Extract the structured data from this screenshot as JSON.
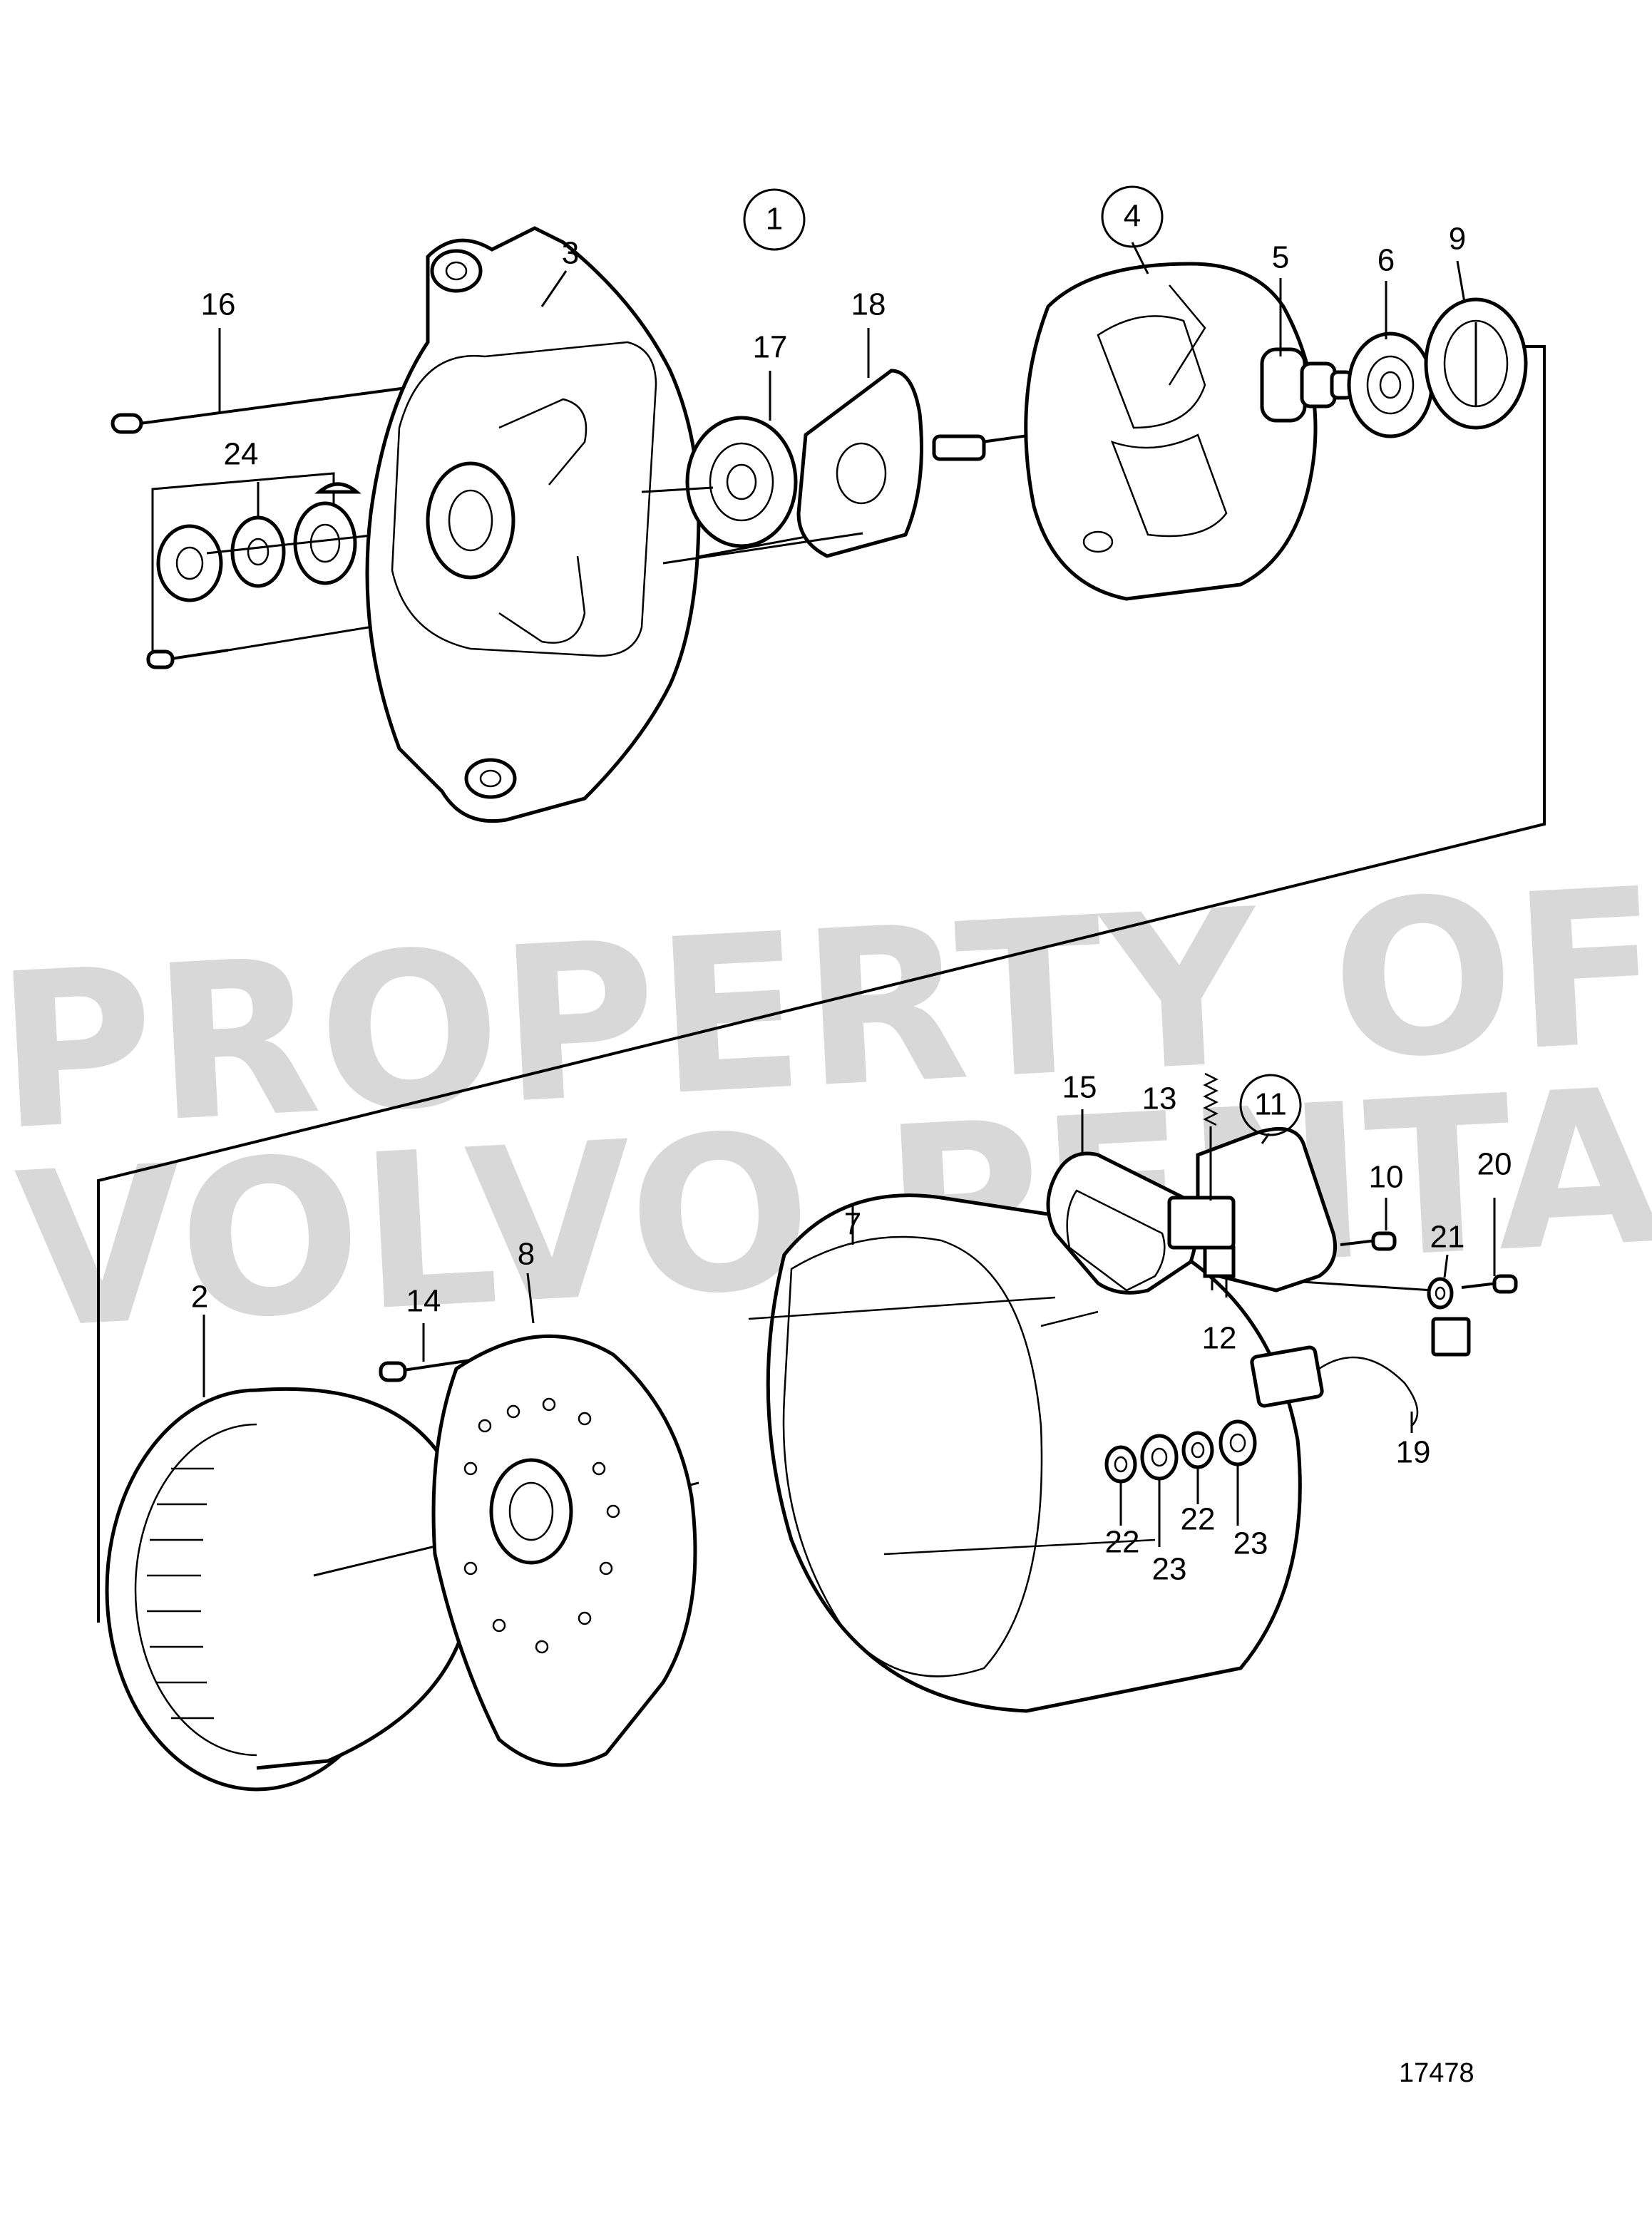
{
  "diagram": {
    "watermark": {
      "line1": "PROPERTY OF",
      "line2": "VOLVO PENTA"
    },
    "reference_number": "17478",
    "callouts": [
      {
        "id": "1",
        "label": "1",
        "circled": true
      },
      {
        "id": "2",
        "label": "2"
      },
      {
        "id": "3",
        "label": "3"
      },
      {
        "id": "4",
        "label": "4",
        "circled": true
      },
      {
        "id": "5",
        "label": "5"
      },
      {
        "id": "6",
        "label": "6"
      },
      {
        "id": "7",
        "label": "7"
      },
      {
        "id": "8",
        "label": "8"
      },
      {
        "id": "9",
        "label": "9"
      },
      {
        "id": "10",
        "label": "10"
      },
      {
        "id": "11",
        "label": "11",
        "circled": true
      },
      {
        "id": "12",
        "label": "12"
      },
      {
        "id": "13",
        "label": "13"
      },
      {
        "id": "14",
        "label": "14"
      },
      {
        "id": "15",
        "label": "15"
      },
      {
        "id": "16",
        "label": "16"
      },
      {
        "id": "17",
        "label": "17"
      },
      {
        "id": "18",
        "label": "18"
      },
      {
        "id": "19",
        "label": "19"
      },
      {
        "id": "20",
        "label": "20"
      },
      {
        "id": "21",
        "label": "21"
      },
      {
        "id": "22a",
        "label": "22"
      },
      {
        "id": "22b",
        "label": "22"
      },
      {
        "id": "23a",
        "label": "23"
      },
      {
        "id": "23b",
        "label": "23"
      },
      {
        "id": "24",
        "label": "24"
      }
    ]
  }
}
